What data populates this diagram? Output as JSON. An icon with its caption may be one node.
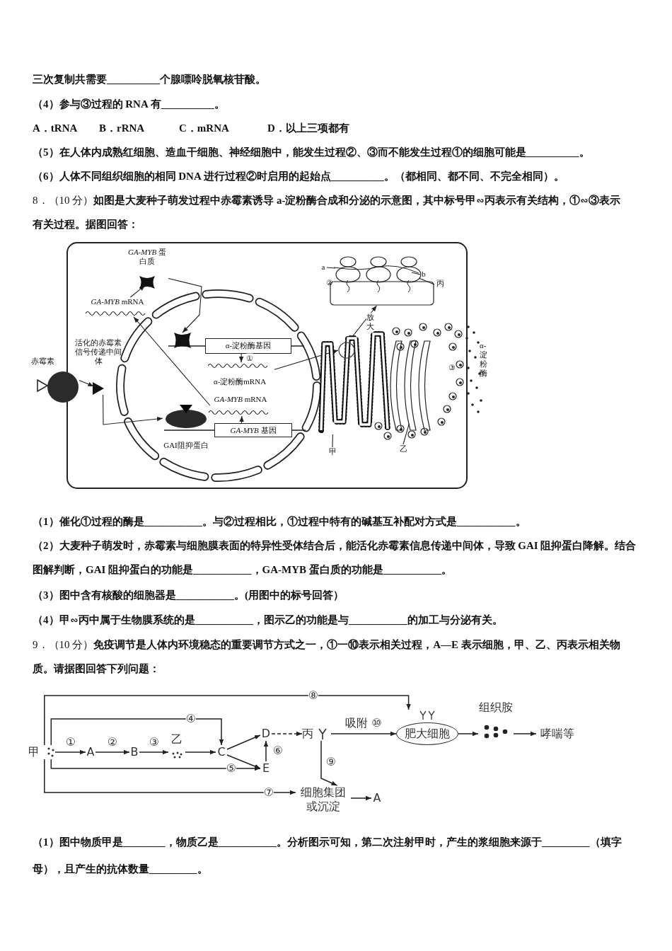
{
  "diagram": {
    "nodes": [
      {
        "text": [
          "*GA-MYB* 蛋白质"
        ]
      },
      {
        "text": [
          "*GA-MYB* mRNA"
        ]
      },
      {
        "text": [],
        "shape": "picture"
      },
      {
        "text": [
          "α-淀粉酶基因"
        ]
      },
      {
        "text": [
          "活化的赤霉素信号传递中间体"
        ]
      },
      {
        "text": [
          "α-淀粉酶mRNA"
        ]
      },
      {
        "text": [],
        "shape": "circle"
      },
      {
        "text": [
          "*GA-MYB* mRNA"
        ]
      },
      {
        "text": [
          "GAI阻抑蛋白"
        ]
      },
      {
        "text": [
          "*GA-MYB* 基因"
        ]
      },
      {
        "text": [],
        "shape": "picture",
        "beside": [
          "②"
        ]
      },
      {
        "text": [
          "a"
        ]
      },
      {
        "text": [
          "b"
        ],
        "in": 10
      },
      {
        "text": [
          "丙"
        ]
      },
      {
        "text": [],
        "shape": "picture"
      },
      {
        "text": [],
        "shape": "circle",
        "in": 14
      },
      {
        "text": [
          "甲"
        ]
      },
      {
        "text": [
          "乙"
        ]
      },
      {
        "text": [],
        "shape": "picture"
      },
      {
        "text": [
          "甲"
        ]
      },
      {
        "text": [
          "A"
        ]
      },
      {
        "text": [
          "B"
        ]
      },
      {
        "text": [
          "乙"
        ]
      },
      {
        "text": [
          "C"
        ]
      },
      {
        "text": [
          "D"
        ]
      },
      {
        "text": [
          "E"
        ]
      },
      {
        "text": [
          "丙"
        ]
      },
      {
        "text": [
          "肥大细胞"
        ]
      },
      {
        "text": [
          "组织胺"
        ]
      },
      {
        "text": [
          "哮喘等"
        ]
      },
      {
        "text": [
          "细胞集团或沉淀"
        ]
      },
      {
        "text": [
          "A"
        ]
      }
    ],
    "edges": [
      {
        "from": 6,
        "to": 4,
        "arrow": "to"
      },
      {
        "from": 4,
        "to": 8,
        "arrow": "to"
      },
      {
        "from": 9,
        "to": 7,
        "arrow": "to"
      },
      {
        "from": 7,
        "to": 1,
        "arrow": "to"
      },
      {
        "from": 1,
        "to": 0,
        "arrow": "to"
      },
      {
        "from": 0,
        "to": 2,
        "arrow": "to"
      },
      {
        "from": 3,
        "to": 5,
        "arrow": "to",
        "label": "①"
      },
      {
        "from": 5,
        "to": 15,
        "arrow": "to"
      },
      {
        "from": 15,
        "to": 10,
        "arrow": "to",
        "label": "放大"
      },
      {
        "from": 11,
        "to": 10,
        "arrow": "none"
      },
      {
        "from": 12,
        "to": 10,
        "arrow": "none"
      },
      {
        "from": 13,
        "to": 10,
        "arrow": "none"
      },
      {
        "from": 16,
        "to": 14,
        "arrow": "none"
      },
      {
        "from": 17,
        "to": 18,
        "arrow": "none"
      },
      {
        "from": 19,
        "to": 20,
        "arrow": "to",
        "label": "①"
      },
      {
        "from": 20,
        "to": 21,
        "arrow": "to",
        "label": "②"
      },
      {
        "from": 21,
        "to": 22,
        "arrow": "to",
        "label": "③"
      },
      {
        "from": 22,
        "to": 23,
        "arrow": "to"
      },
      {
        "from": 19,
        "to": 23,
        "arrow": "to",
        "label": "④"
      },
      {
        "from": 23,
        "to": 24,
        "arrow": "to"
      },
      {
        "from": 23,
        "to": 25,
        "arrow": "to"
      },
      {
        "from": 19,
        "to": 25,
        "arrow": "to",
        "label": "⑤"
      },
      {
        "from": 25,
        "to": 24,
        "arrow": "to",
        "label": "⑥"
      },
      {
        "from": 24,
        "to": 26,
        "arrow": "to",
        "style": "dashed"
      },
      {
        "from": 26,
        "to": 27,
        "arrow": "to",
        "label": "吸附 ⑩"
      },
      {
        "from": 19,
        "to": 27,
        "arrow": "to",
        "label": "⑧"
      },
      {
        "from": 26,
        "to": 30,
        "arrow": "to",
        "label": "⑨"
      },
      {
        "from": 19,
        "to": 30,
        "arrow": "to",
        "label": "⑦"
      },
      {
        "from": 27,
        "to": 28,
        "arrow": "to"
      },
      {
        "from": 28,
        "to": 29,
        "arrow": "to"
      },
      {
        "from": 30,
        "to": 31,
        "arrow": "to"
      }
    ],
    "labels": [
      "三次复制共需要__________个腺嘌呤脱氧核苷酸。",
      "（4）参与③过程的 RNA 有__________。",
      "A．tRNA",
      "B．rRNA",
      "C．mRNA",
      "D．以上三项都有",
      "（5）在人体内成熟红细胞、造血干细胞、神经细胞中，能发生过程②、③而不能发生过程①的细胞可能是__________。",
      "（6）人体不同组织细胞的相同 DNA 进行过程②时启用的起始点__________。（都相同、都不同、不完全相同）。",
      "8．（10 分）**如图是大麦种子萌发过程中赤霉素诱导 a-淀粉酶合成和分泌的示意图，其中标号甲∽丙表示有关结构，①∽③表示有关过程。据图回答：**",
      "赤霉素",
      "③",
      "α-淀粉酶",
      "（1）催化①过程的酶是___________。与②过程相比，①过程中特有的碱基互补配对方式是___________。",
      "（2）大麦种子萌发时，赤霉素与细胞膜表面的特异性受体结合后，能活化赤霉素信息传递中间体，导致 GAI 阻抑蛋白降解。结合图解判断，GAI 阻抑蛋白的功能是___________，GA-MYB 蛋白质的功能是___________。",
      "（3）图中含有核酸的细胞器是___________。(用图中的标号回答）",
      "（4）甲∽丙中属于生物膜系统的是___________，图示乙的功能是与___________的加工与分泌有关。",
      "9．（10 分）**免疫调节是人体内环境稳态的重要调节方式之一，①一⑩表示相关过程，A—E 表示细胞，甲、乙、丙表示相关物质。请据图回答下列问题：**",
      "（1）图中物质甲是________，物质乙是___________。分析图示可知，第二次注射甲时，产生的浆细胞来源于_________（填字母），且产生的抗体数量_________。"
    ]
  }
}
